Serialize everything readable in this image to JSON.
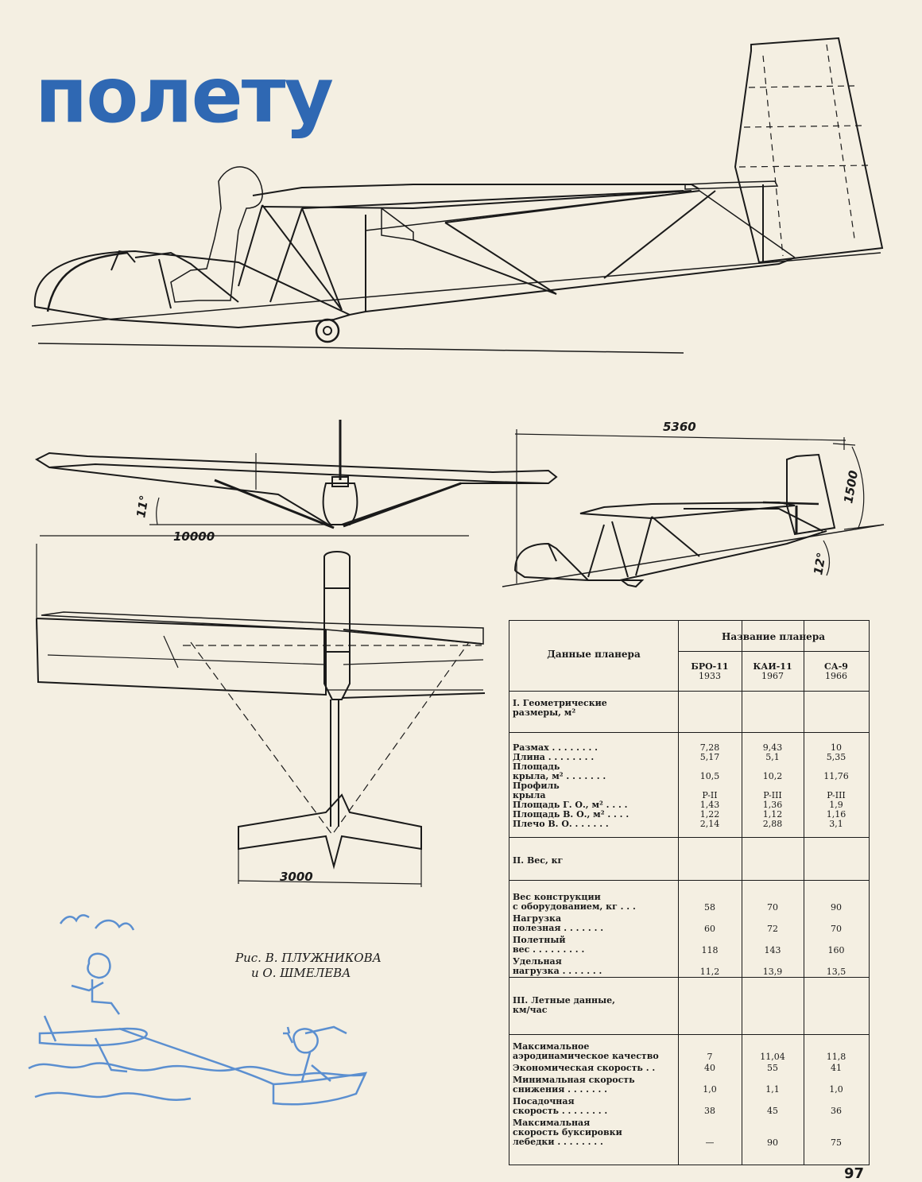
{
  "headline": "полету",
  "dimensions": {
    "front_span": "10000",
    "side_length": "5360",
    "side_height": "1500",
    "side_angle": "12°",
    "front_angle": "11°",
    "stab_span": "3000"
  },
  "credit": {
    "line1": "Рис. В. ПЛУЖНИКОВА",
    "line2": "и О. ШМЕЛЕВА"
  },
  "page_number": "97",
  "table": {
    "data_header": "Данные планера",
    "name_header": "Название планера",
    "gliders": [
      {
        "name": "БРО-11",
        "year": "1933"
      },
      {
        "name": "КАИ-11",
        "year": "1967"
      },
      {
        "name": "СА-9",
        "year": "1966"
      }
    ],
    "sections": [
      {
        "title_lines": [
          "I. Геометрические",
          "размеры, м²"
        ],
        "rows": [
          {
            "label": [
              "Размах . . . . . . . ."
            ],
            "values": [
              "7,28",
              "9,43",
              "10"
            ]
          },
          {
            "label": [
              "Длина . . . . . . . ."
            ],
            "values": [
              "5,17",
              "5,1",
              "5,35"
            ]
          },
          {
            "label": [
              "Площадь",
              "крыла, м² . . . . . . ."
            ],
            "values": [
              "10,5",
              "10,2",
              "11,76"
            ]
          },
          {
            "label": [
              "Профиль",
              "крыла"
            ],
            "values": [
              "P-II",
              "P-III",
              "P-III"
            ]
          },
          {
            "label": [
              "Площадь Г. О., м² . . . ."
            ],
            "values": [
              "1,43",
              "1,36",
              "1,9"
            ]
          },
          {
            "label": [
              "Площадь В. О., м² . . . ."
            ],
            "values": [
              "1,22",
              "1,12",
              "1,16"
            ]
          },
          {
            "label": [
              "Плечо В. О. . . . . . ."
            ],
            "values": [
              "2,14",
              "2,88",
              "3,1"
            ]
          }
        ]
      },
      {
        "title_lines": [
          "II. Вес, кг"
        ],
        "rows": [
          {
            "label": [
              "Вес конструкции",
              "с оборудованием, кг . . ."
            ],
            "values": [
              "58",
              "70",
              "90"
            ]
          },
          {
            "label": [
              "Нагрузка",
              "полезная . . . . . . ."
            ],
            "values": [
              "60",
              "72",
              "70"
            ]
          },
          {
            "label": [
              "Полетный",
              "вес . . . . . . . . ."
            ],
            "values": [
              "118",
              "143",
              "160"
            ]
          },
          {
            "label": [
              "Удельная",
              "нагрузка . . . . . . ."
            ],
            "values": [
              "11,2",
              "13,9",
              "13,5"
            ]
          }
        ]
      },
      {
        "title_lines": [
          "III. Летные данные,",
          "км/час"
        ],
        "rows": [
          {
            "label": [
              "Максимальное",
              "аэродинамическое качество"
            ],
            "values": [
              "7",
              "11,04",
              "11,8"
            ]
          },
          {
            "label": [
              "Экономическая скорость . ."
            ],
            "values": [
              "40",
              "55",
              "41"
            ]
          },
          {
            "label": [
              "Минимальная скорость",
              "снижения . . . . . . ."
            ],
            "values": [
              "1,0",
              "1,1",
              "1,0"
            ]
          },
          {
            "label": [
              "Посадочная",
              "скорость . . . . . . . ."
            ],
            "values": [
              "38",
              "45",
              "36"
            ]
          },
          {
            "label": [
              "Максимальная",
              "скорость буксировки",
              "лебедки . . . . . . . ."
            ],
            "values": [
              "—",
              "90",
              "75"
            ]
          }
        ]
      }
    ]
  },
  "colors": {
    "headline_blue": "#2f68b3",
    "ink": "#1a1a1a",
    "paper": "#f4efe2",
    "cartoon_blue": "#5b8fd0"
  }
}
